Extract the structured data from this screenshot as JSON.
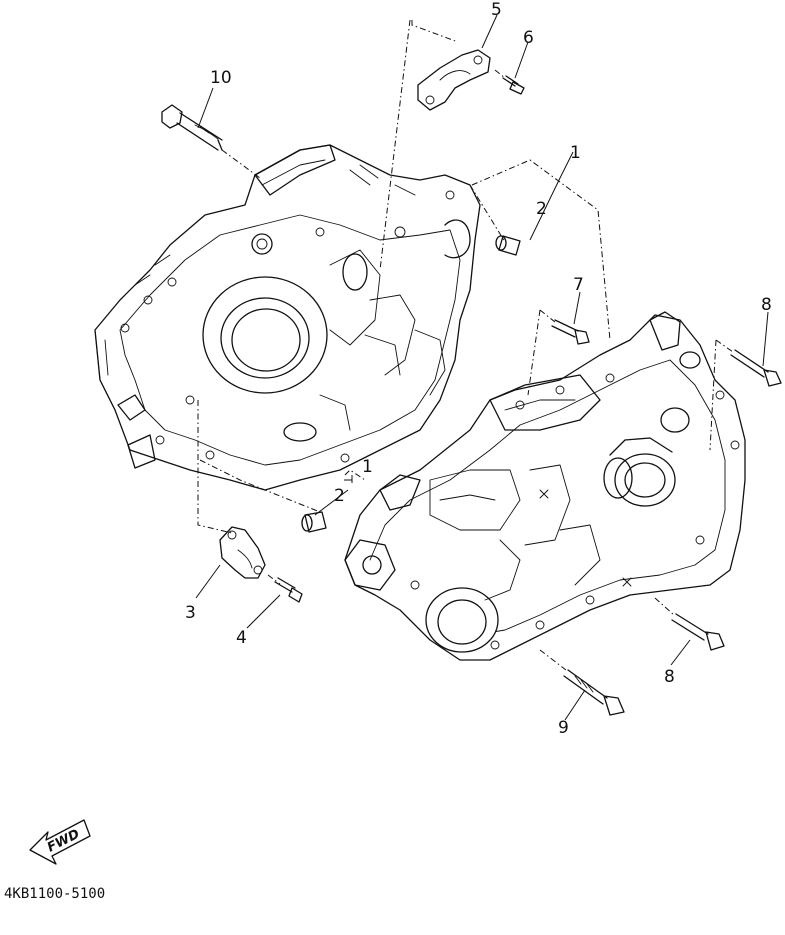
{
  "diagram": {
    "parts": [
      {
        "id": "1",
        "label": "1"
      },
      {
        "id": "2",
        "label": "2"
      },
      {
        "id": "3",
        "label": "3"
      },
      {
        "id": "4",
        "label": "4"
      },
      {
        "id": "5",
        "label": "5"
      },
      {
        "id": "6",
        "label": "6"
      },
      {
        "id": "7",
        "label": "7"
      },
      {
        "id": "8",
        "label": "8"
      },
      {
        "id": "9",
        "label": "9"
      },
      {
        "id": "10",
        "label": "10"
      }
    ],
    "fwd_label": "FWD",
    "drawing_code": "4KB1100-5100"
  }
}
